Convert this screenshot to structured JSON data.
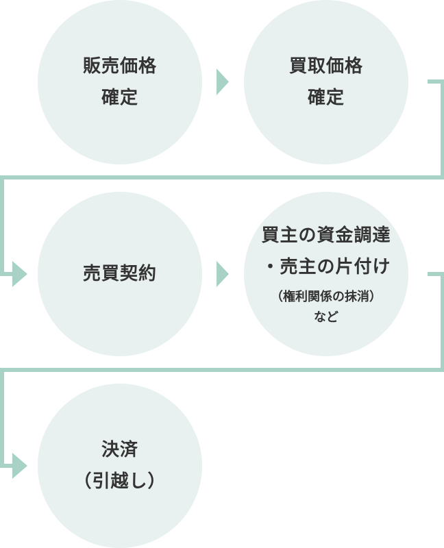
{
  "steps": [
    {
      "lines": [
        "販売価格",
        "確定"
      ]
    },
    {
      "lines": [
        "買取価格",
        "確定"
      ]
    },
    {
      "lines": [
        "売買契約"
      ]
    },
    {
      "lines": [
        "買主の資金調達",
        "・売主の片付け"
      ],
      "notes": [
        "（権利関係の抹消）",
        "など"
      ]
    },
    {
      "lines": [
        "決済",
        "（引越し）"
      ]
    }
  ],
  "colors": {
    "circle": "#e8f1ef",
    "connector": "#a9d2c7",
    "text": "#333333"
  }
}
